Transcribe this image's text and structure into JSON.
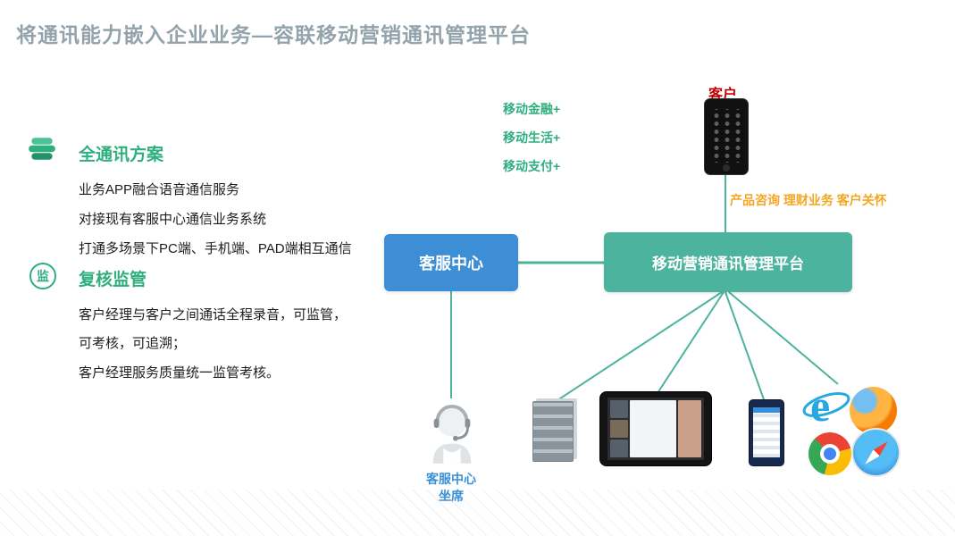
{
  "slide": {
    "title": "将通讯能力嵌入企业业务—容联移动营销通讯管理平台"
  },
  "left_panel": {
    "solution": {
      "heading": "全通讯方案",
      "lines": [
        "业务APP融合语音通信服务",
        "对接现有客服中心通信业务系统",
        "打通多场景下PC端、手机端、PAD端相互通信"
      ]
    },
    "supervision": {
      "heading": "复核监管",
      "badge_char": "监",
      "lines": [
        "客户经理与客户之间通话全程录音，可监管，",
        "可考核，可追溯；",
        "客户经理服务质量统一监管考核。"
      ]
    }
  },
  "diagram": {
    "mobile_tags": [
      "移动金融+",
      "移动生活+",
      "移动支付+"
    ],
    "customer_label": "客户",
    "customer_services": "产品咨询 理财业务 客户关怀",
    "service_center_label": "客服中心",
    "platform_label": "移动营销通讯管理平台",
    "agent_label_line1": "客服中心",
    "agent_label_line2": "坐席"
  },
  "colors": {
    "green": "#2fae7f",
    "teal": "#4cb39e",
    "blue": "#3a8fd8",
    "orange": "#f5a623",
    "red": "#c00000",
    "title_gray": "#93a3ab"
  }
}
